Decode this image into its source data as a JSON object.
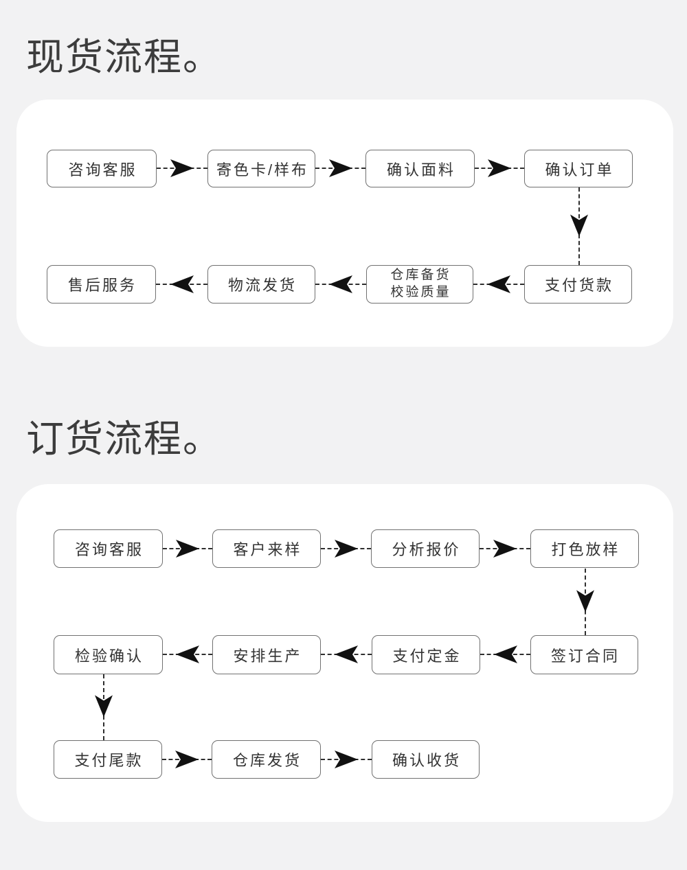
{
  "page": {
    "background_color": "#f2f2f3",
    "panel_color": "#ffffff",
    "node_border_color": "#707070",
    "text_color": "#333333",
    "arrow_color": "#111111"
  },
  "sections": [
    {
      "title": "现货流程。",
      "nodes": [
        {
          "label": "咨询客服"
        },
        {
          "label": "寄色卡/样布"
        },
        {
          "label": "确认面料"
        },
        {
          "label": "确认订单"
        },
        {
          "label": "支付货款"
        },
        {
          "label": "仓库备货",
          "label2": "校验质量"
        },
        {
          "label": "物流发货"
        },
        {
          "label": "售后服务"
        }
      ]
    },
    {
      "title": "订货流程。",
      "nodes": [
        {
          "label": "咨询客服"
        },
        {
          "label": "客户来样"
        },
        {
          "label": "分析报价"
        },
        {
          "label": "打色放样"
        },
        {
          "label": "签订合同"
        },
        {
          "label": "支付定金"
        },
        {
          "label": "安排生产"
        },
        {
          "label": "检验确认"
        },
        {
          "label": "支付尾款"
        },
        {
          "label": "仓库发货"
        },
        {
          "label": "确认收货"
        }
      ]
    }
  ]
}
